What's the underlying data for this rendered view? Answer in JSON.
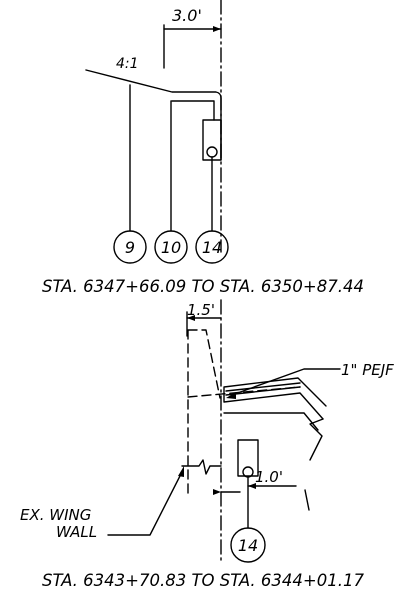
{
  "upper_detail": {
    "offset_dim": "3.0'",
    "slope": "4:1",
    "callouts": [
      "9",
      "10",
      "14"
    ],
    "station_range": "STA. 6347+66.09 TO STA. 6350+87.44"
  },
  "lower_detail": {
    "offset_dim": "1.5'",
    "joint_note": "1\" PEJF",
    "wing_wall_line1": "EX. WING",
    "wing_wall_line2": "WALL",
    "offset_dim_2": "1.0'",
    "callouts": [
      "14"
    ],
    "station_range": "STA. 6343+70.83 TO STA. 6344+01.17"
  }
}
